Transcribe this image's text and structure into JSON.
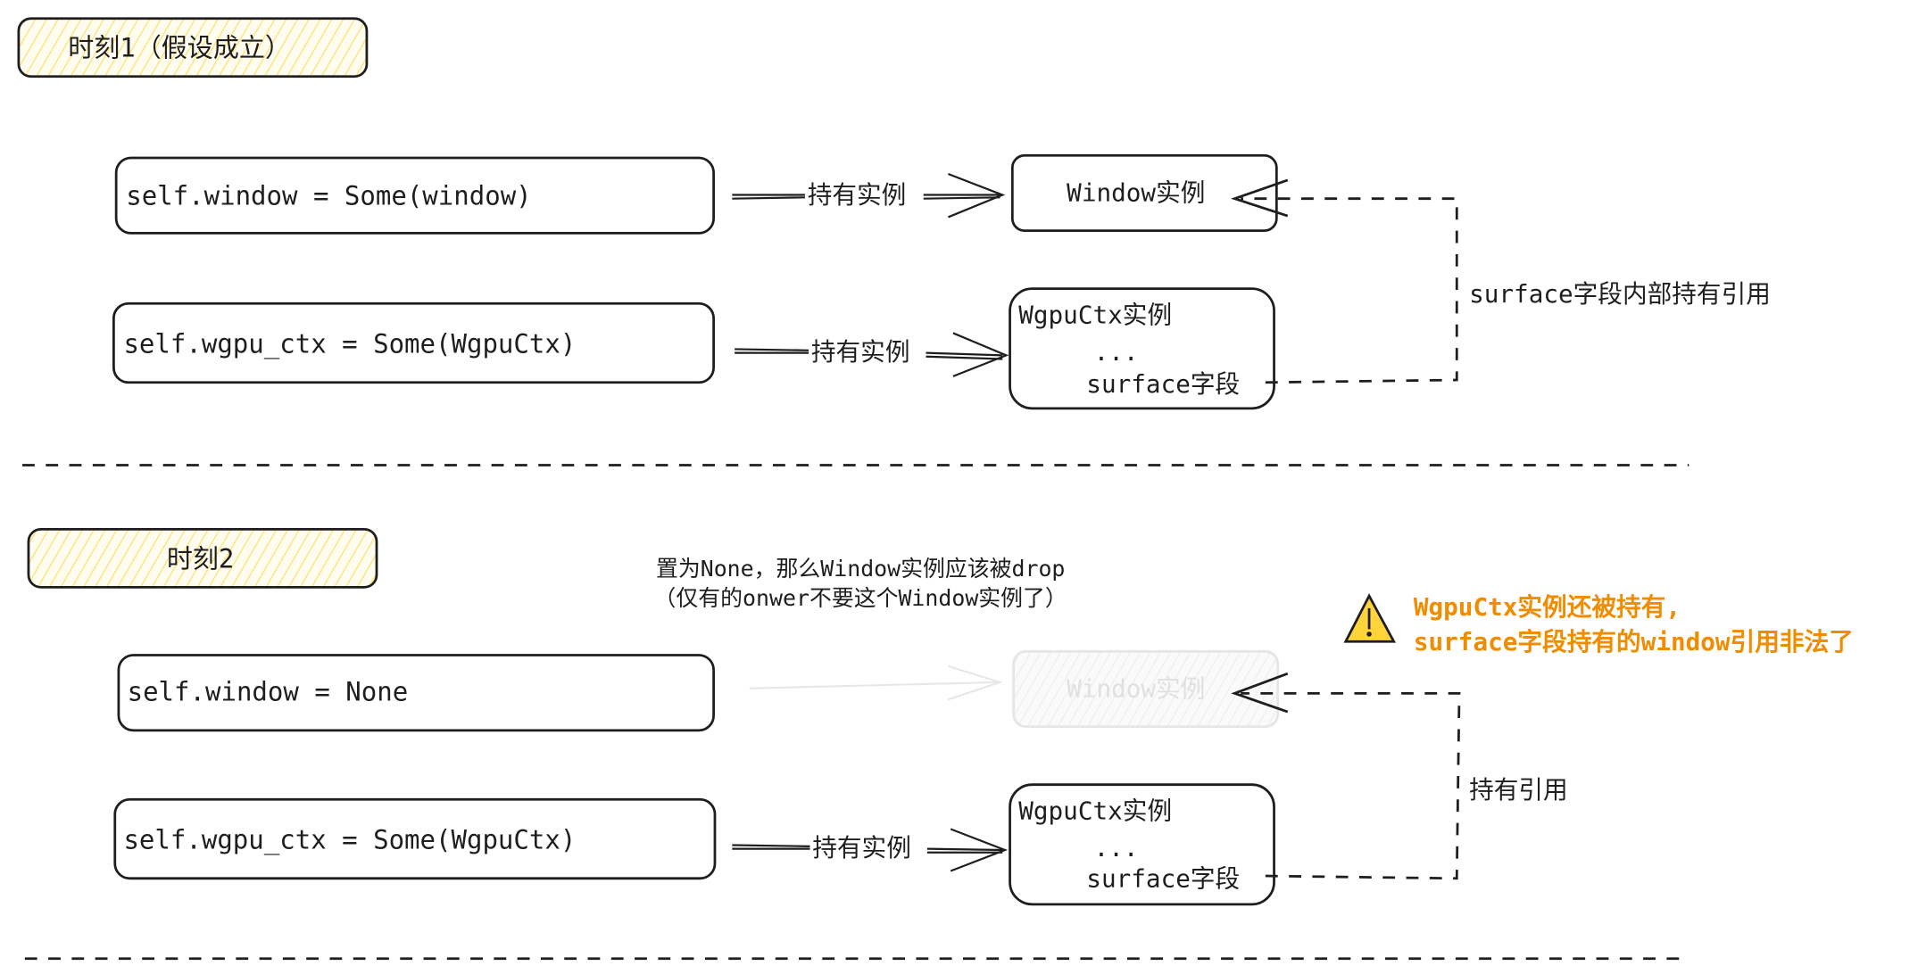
{
  "colors": {
    "stroke": "#1e1e1e",
    "highlight": "#ffec99",
    "warning": "#f08c00",
    "faded": "#d0d0d0"
  },
  "moment1": {
    "title": "时刻1（假设成立）",
    "window_code": "self.window = Some(window)",
    "wgpu_code": "self.wgpu_ctx = Some(WgpuCtx)",
    "arrow1_label": "持有实例",
    "arrow2_label": "持有实例",
    "window_instance": "Window实例",
    "wgpu_instance": {
      "title": "WgpuCtx实例",
      "ellipsis": "...",
      "field": "surface字段"
    },
    "reference_label": "surface字段内部持有引用"
  },
  "moment2": {
    "title": "时刻2",
    "note_line1": "置为None，那么Window实例应该被drop",
    "note_line2": "（仅有的onwer不要这个Window实例了）",
    "window_code": "self.window = None",
    "wgpu_code": "self.wgpu_ctx = Some(WgpuCtx)",
    "arrow_label": "持有实例",
    "window_instance": "Window实例",
    "wgpu_instance": {
      "title": "WgpuCtx实例",
      "ellipsis": "...",
      "field": "surface字段"
    },
    "reference_label": "持有引用",
    "warning_icon": "warning-triangle-icon",
    "warning_line1": "WgpuCtx实例还被持有,",
    "warning_line2": "surface字段持有的window引用非法了"
  }
}
